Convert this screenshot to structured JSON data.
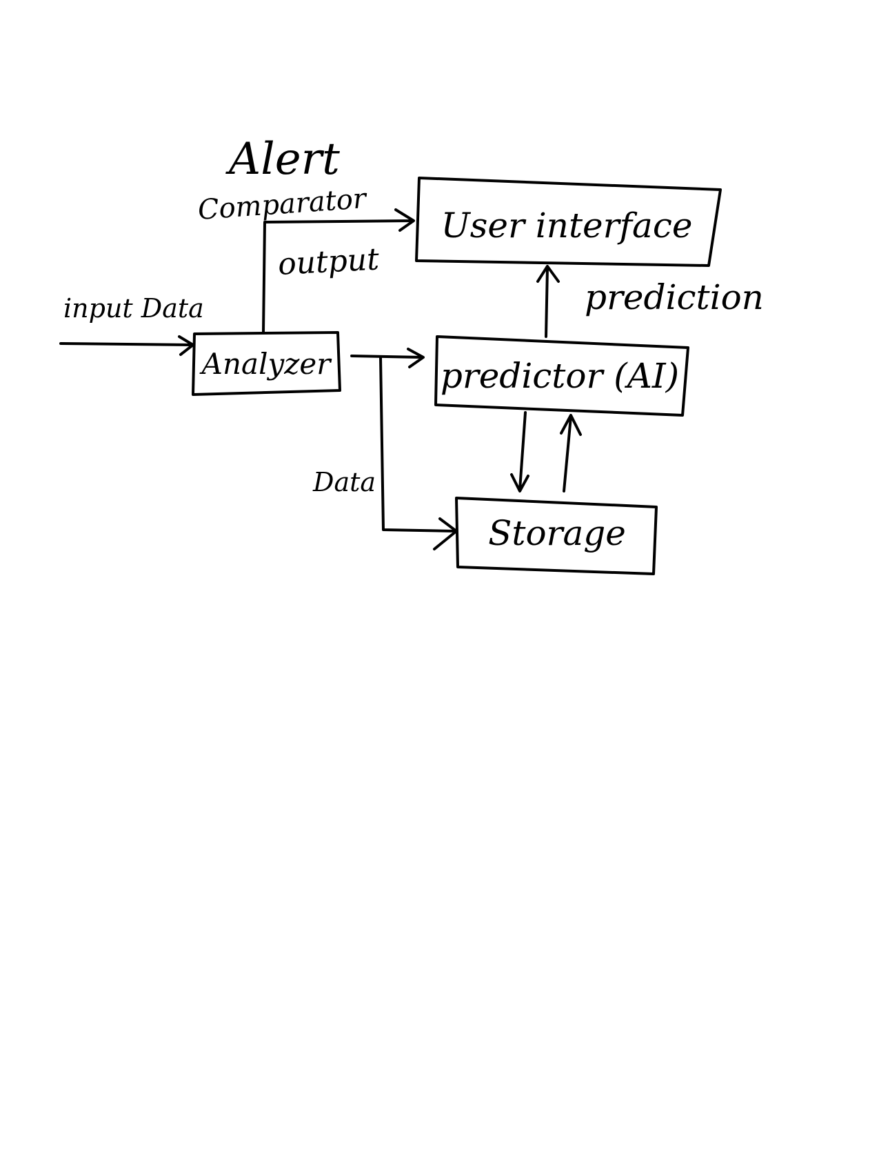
{
  "diagram": {
    "ink_color": "#000000",
    "background_color": "#ffffff",
    "style": "hand-drawn",
    "nodes": {
      "analyzer": {
        "label": "Analyzer"
      },
      "user_interface": {
        "label": "User interface"
      },
      "predictor": {
        "label": "predictor (AI)"
      },
      "storage": {
        "label": "Storage"
      }
    },
    "annotations": {
      "alert": "Alert",
      "comparator": "Comparator",
      "output": "output",
      "input_data": "input Data",
      "prediction": "prediction",
      "data": "Data"
    },
    "edges": [
      {
        "from": "input_data",
        "to": "analyzer"
      },
      {
        "from": "analyzer",
        "to": "user_interface",
        "label": "output"
      },
      {
        "from": "analyzer",
        "to": "predictor"
      },
      {
        "from": "analyzer",
        "to": "storage",
        "label": "Data"
      },
      {
        "from": "predictor",
        "to": "user_interface",
        "label": "prediction"
      },
      {
        "from": "predictor",
        "to": "storage"
      },
      {
        "from": "storage",
        "to": "predictor"
      }
    ]
  }
}
